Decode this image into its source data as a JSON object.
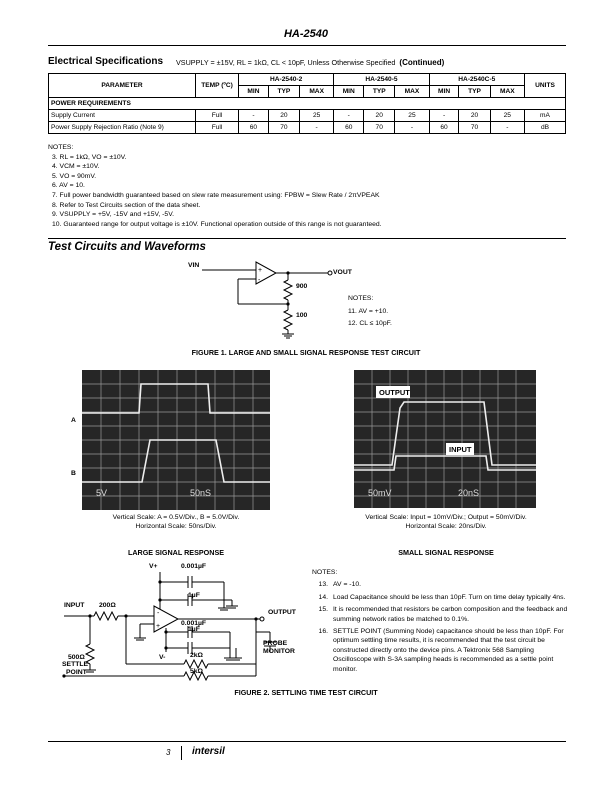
{
  "header": {
    "title": "HA-2540"
  },
  "spec": {
    "title": "Electrical Specifications",
    "conditions": "VSUPPLY = ±15V, RL = 1kΩ, CL < 10pF, Unless Otherwise Specified",
    "continued": "(Continued)",
    "col_parameter": "PARAMETER",
    "col_temp": "TEMP (ºC)",
    "col_units": "UNITS",
    "groups": [
      "HA-2540-2",
      "HA-2540-5",
      "HA-2540C-5"
    ],
    "subcols": [
      "MIN",
      "TYP",
      "MAX"
    ],
    "section": "POWER REQUIREMENTS",
    "rows": [
      {
        "param": "Supply Current",
        "temp": "Full",
        "vals": [
          "-",
          "20",
          "25",
          "-",
          "20",
          "25",
          "-",
          "20",
          "25"
        ],
        "units": "mA"
      },
      {
        "param": "Power Supply Rejection Ratio (Note 9)",
        "temp": "Full",
        "vals": [
          "60",
          "70",
          "-",
          "60",
          "70",
          "-",
          "60",
          "70",
          "-"
        ],
        "units": "dB"
      }
    ]
  },
  "notes1": {
    "label": "NOTES:",
    "items": [
      "3.  RL = 1kΩ, VO = ±10V.",
      "4.  VCM = ±10V.",
      "5.  VO = 90mV.",
      "6.  AV = 10.",
      "7.  Full power bandwidth guaranteed based on slew rate measurement using:  FPBW = Slew Rate / 2πVPEAK",
      "8.  Refer to Test Circuits section of the data sheet.",
      "9.  VSUPPLY = +5V, -15V and +15V, -5V.",
      "10.  Guaranteed range for output voltage is ±10V. Functional operation outside of this range is not guaranteed."
    ]
  },
  "section_title": "Test Circuits and Waveforms",
  "fig1": {
    "vin": "VIN",
    "vout": "VOUT",
    "r1": "900",
    "r2": "100",
    "notes_label": "NOTES:",
    "note11": "11.  AV = +10.",
    "note12": "12.  CL ≤ 10pF.",
    "caption": "FIGURE 1.  LARGE AND SMALL SIGNAL RESPONSE TEST CIRCUIT"
  },
  "scope_large": {
    "label_a": "A",
    "label_b": "B",
    "bottom_left": "5V",
    "bottom_mid": "50nS",
    "vscale": "Vertical Scale:  A = 0.5V/Div., B = 5.0V/Div.",
    "hscale": "Horizontal Scale:  50ns/Div.",
    "title": "LARGE SIGNAL RESPONSE"
  },
  "scope_small": {
    "output_tag": "OUTPUT",
    "input_tag": "INPUT",
    "bottom_left": "50mV",
    "bottom_mid": "20nS",
    "vscale": "Vertical Scale:  Input = 10mV/Div.; Output = 50mV/Div.",
    "hscale": "Horizontal Scale:  20ns/Div.",
    "title": "SMALL SIGNAL RESPONSE"
  },
  "fig2": {
    "vplus": "V+",
    "vminus": "V-",
    "c1": "0.001µF",
    "c2": "1µF",
    "c3": "0.001µF",
    "c4": "1µF",
    "input": "INPUT",
    "r_in": "200Ω",
    "r_500": "500Ω",
    "r_2k": "2kΩ",
    "r_5k": "5kΩ",
    "output": "OUTPUT",
    "probe": "PROBE",
    "monitor": "MONITOR",
    "settle": "SETTLE",
    "point": "POINT",
    "caption": "FIGURE 2.  SETTLING TIME TEST CIRCUIT"
  },
  "notes2": {
    "label": "NOTES:",
    "items": [
      {
        "num": "13.",
        "text": "AV = -10."
      },
      {
        "num": "14.",
        "text": "Load Capacitance should be less than 10pF. Turn on time delay typically 4ns."
      },
      {
        "num": "15.",
        "text": "It is recommended that resistors be carbon composition and the feedback and summing network ratios be matched to 0.1%."
      },
      {
        "num": "16.",
        "text": "SETTLE POINT (Summing Node) capacitance should be less than 10pF. For optimum settling time results, it is recommended that the test circuit be constructed directly onto the device pins. A Tektronix 568 Sampling Oscilloscope with S-3A sampling heads is recommended as a settle point monitor."
      }
    ]
  },
  "footer": {
    "page": "3",
    "logo": "intersil"
  }
}
